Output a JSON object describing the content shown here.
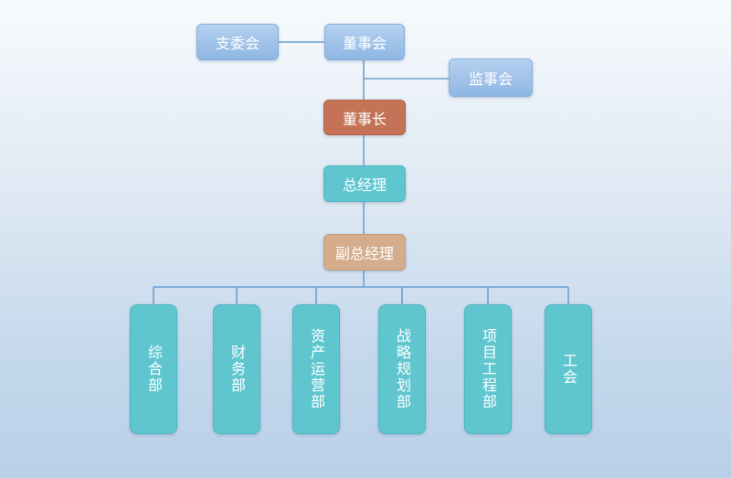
{
  "nodes": {
    "branch_committee": "支委会",
    "board": "董事会",
    "supervisory_board": "监事会",
    "chairman": "董事长",
    "general_manager": "总经理",
    "deputy_gm": "副总经理"
  },
  "departments": [
    "综合部",
    "财务部",
    "资产运营部",
    "战略规划部",
    "项目工程部",
    "工会"
  ],
  "colors": {
    "line": "#6d9fd2",
    "blue_box": "#9dc0e8",
    "chairman_box": "#c47356",
    "teal_box": "#5fc6cf",
    "deputy_box": "#d5ad8c"
  }
}
